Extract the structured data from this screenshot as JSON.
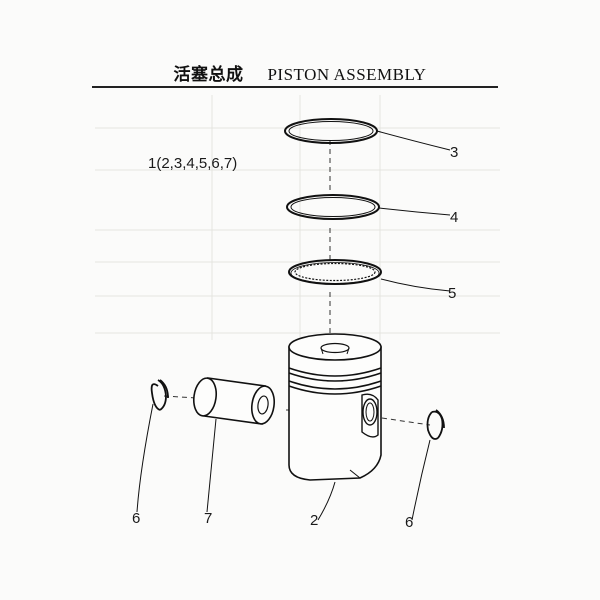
{
  "header": {
    "title_cn": "活塞总成",
    "title_en": "PISTON ASSEMBLY"
  },
  "diagram": {
    "assembly_label": "1(2,3,4,5,6,7)",
    "callouts": {
      "ring_top": "3",
      "ring_mid": "4",
      "ring_oil": "5",
      "circlip_left": "6",
      "pin": "7",
      "piston": "2",
      "circlip_right": "6"
    }
  }
}
